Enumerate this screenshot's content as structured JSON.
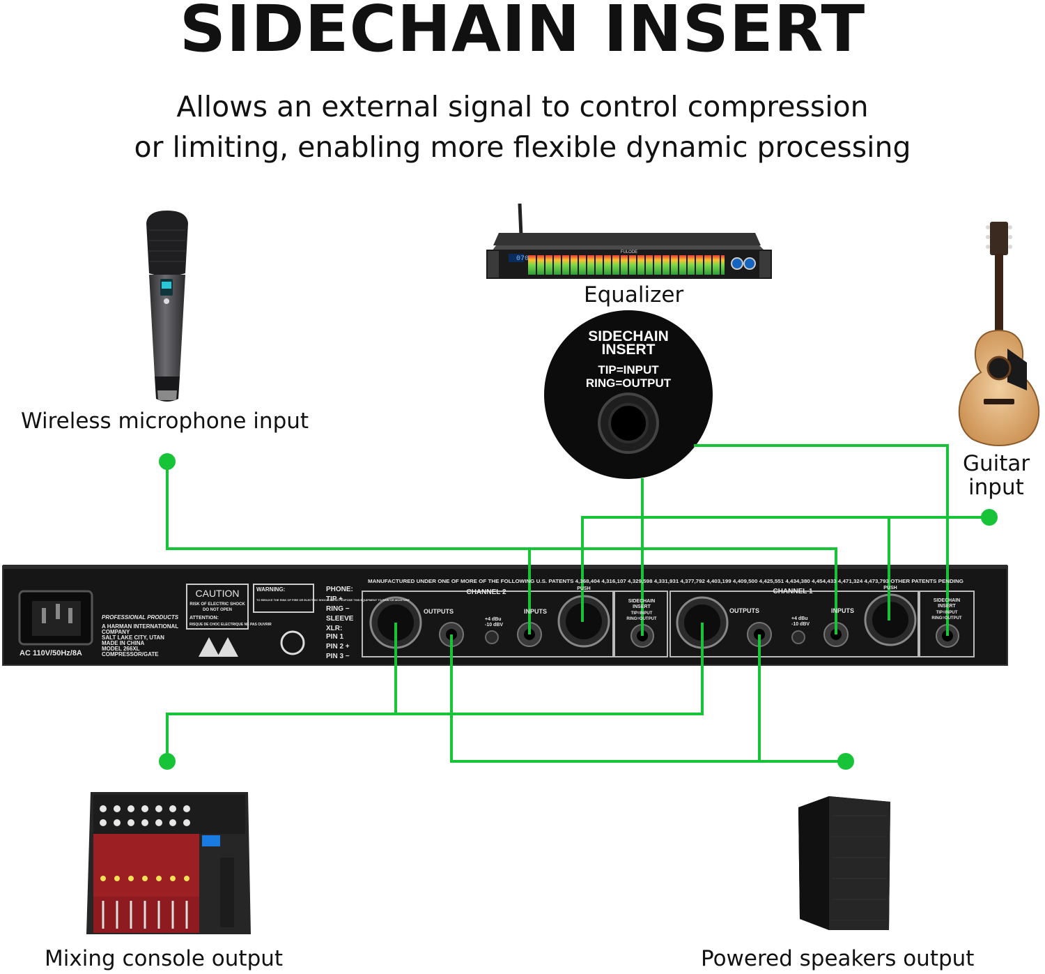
{
  "header": {
    "title": "SIDECHAIN INSERT",
    "subtitle_line1": "Allows an external signal to control compression",
    "subtitle_line2": "or limiting, enabling more flexible dynamic processing"
  },
  "devices": {
    "microphone": {
      "label": "Wireless microphone input"
    },
    "equalizer": {
      "label": "Equalizer",
      "brand": "FULODE",
      "display": "070"
    },
    "guitar": {
      "label": "Guitar",
      "label2": "input"
    },
    "mixer": {
      "label": "Mixing console output"
    },
    "speaker": {
      "label": "Powered speakers output"
    }
  },
  "jack_callout": {
    "line1": "SIDECHAIN",
    "line2": "INSERT",
    "line3": "TIP=INPUT",
    "line4": "RING=OUTPUT"
  },
  "rear_panel": {
    "power": "AC 110V/50Hz/8A",
    "caution": "CAUTION",
    "caution_sub1": "RISK OF ELECTRIC SHOCK",
    "caution_sub2": "DO NOT OPEN",
    "attention": "ATTENTION:",
    "attention_text": "RISQUE DE CHOC ELECTRIQUE NE PAS OUVRIR",
    "warning": "WARNING:",
    "warning_text": "TO REDUCE THE RISK OF FIRE OR ELECTRIC SHOCK DO NOT EXPOSE THIS EQUIPMENT TO RAIN OR MOISTURE",
    "professional": "PROFESSIONAL PRODUCTS",
    "company1": "A HARMAN INTERNATIONAL",
    "company2": "COMPANY",
    "city": "SALT LAKE CITY, UTAN",
    "made": "MADE IN CHINA",
    "model": "MODEL 266XL",
    "model_type": "COMPRESSOR/GATE",
    "phone_label": "PHONE:",
    "tip": "TIP +",
    "ring": "RING −",
    "sleeve": "SLEEVE",
    "xlr": "XLR:",
    "pin1": "PIN 1",
    "pin2": "PIN 2 +",
    "pin3": "PIN 3 −",
    "patents": "MANUFACTURED UNDER ONE OF MORE OF THE FOLLOWING U.S. PATENTS 4,368,404 4,316,107 4,329,598 4,331,931 4,377,792 4,403,199 4,409,500 4,425,551 4,434,380 4,454,433 4,471,324 4,473,793 OTHER PATENTS PENDING",
    "channel2": "CHANNEL 2",
    "channel1": "CHANNEL 1",
    "outputs": "OUTPUTS",
    "inputs": "INPUTS",
    "level_hi": "+4 dBu",
    "level_lo": "-10 dBV",
    "push": "PUSH",
    "sidechain1": "SIDECHAIN",
    "sidechain2": "INSERT",
    "sidechain3": "TIP=INPUT",
    "sidechain4": "RING=OUTPUT"
  },
  "colors": {
    "wire": "#1db954",
    "panel": "#161616",
    "accent_green": "#17c437"
  }
}
